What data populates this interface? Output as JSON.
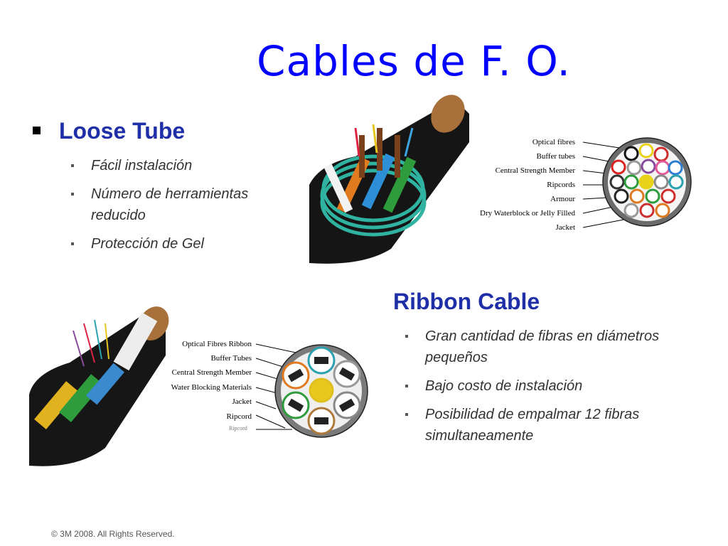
{
  "slide": {
    "title": "Cables de F. O.",
    "footer": "© 3M 2008.  All Rights Reserved."
  },
  "loose_tube": {
    "heading": "Loose Tube",
    "bullets": [
      "Fácil instalación",
      "Número de herramientas reducido",
      "Protección de Gel"
    ],
    "diagram_labels": [
      "Optical fibres",
      "Buffer tubes",
      "Central Strength Member",
      "Ripcords",
      "Armour",
      "Dry Waterblock or Jelly Filled",
      "Jacket"
    ]
  },
  "ribbon_cable": {
    "heading": "Ribbon Cable",
    "bullets": [
      "Gran cantidad de fibras en diámetros pequeños",
      "Bajo costo de instalación",
      "Posibilidad de empalmar 12 fibras simultaneamente"
    ],
    "diagram_labels": [
      "Optical Fibres Ribbon",
      "Buffer Tubes",
      "Central Strength Member",
      "Water Blocking Materials",
      "Jacket",
      "Ripcord"
    ],
    "diagram_stamp": "Ripcord"
  },
  "colors": {
    "title": "#0000ff",
    "heading": "#1f2fa8",
    "body_text": "#333333"
  }
}
